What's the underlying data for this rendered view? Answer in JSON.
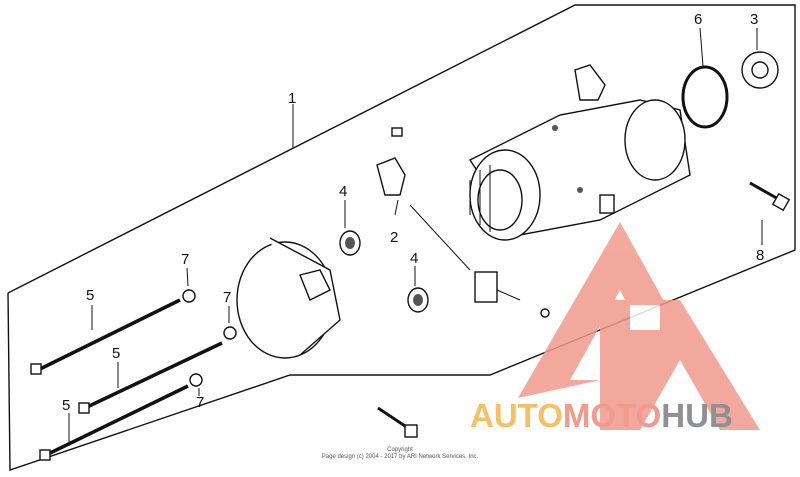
{
  "callouts": {
    "c1": "1",
    "c2": "2",
    "c3": "3",
    "c4a": "4",
    "c4b": "4",
    "c5a": "5",
    "c5b": "5",
    "c5c": "5",
    "c6": "6",
    "c7a": "7",
    "c7b": "7",
    "c7c": "7",
    "c8": "8"
  },
  "copyright": {
    "line1": "Copyright",
    "line2": "Page design (c) 2004 - 2017 by ARI Network Services, Inc."
  },
  "watermark": {
    "part1": "AUTO",
    "part2": "MOTO",
    "part3": "HUB",
    "colors": {
      "yellow": "#f4c063",
      "red": "#f29a8c",
      "gray": "#8f9093"
    }
  }
}
